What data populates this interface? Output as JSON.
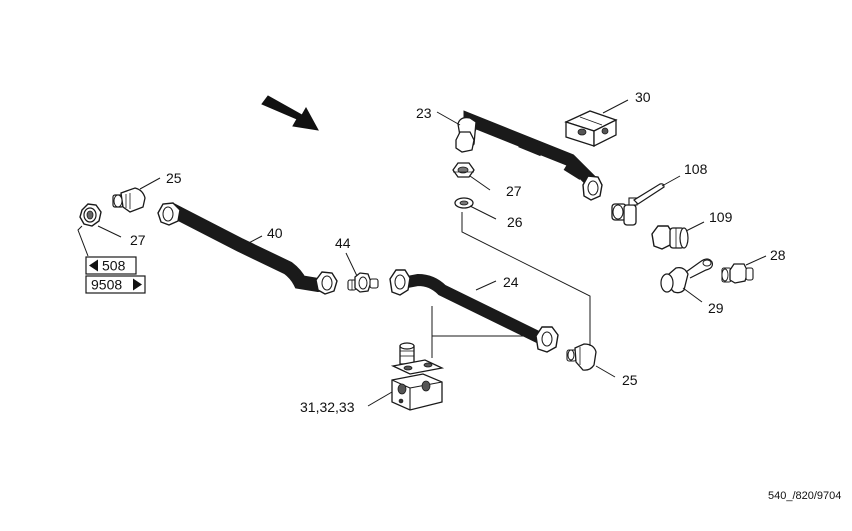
{
  "callouts": {
    "c25_left": "25",
    "c27_left": "27",
    "c40": "40",
    "c44": "44",
    "c23": "23",
    "c27_mid": "27",
    "c26": "26",
    "c30": "30",
    "c108": "108",
    "c109": "109",
    "c28": "28",
    "c29": "29",
    "c24": "24",
    "c25_right": "25",
    "c31_32_33": "31,32,33"
  },
  "serial_boxes": {
    "upto_label": "508",
    "from_label": "9508"
  },
  "drawing_ref": "540_/820/9704",
  "icons": {
    "direction_arrow": "direction-arrow-icon",
    "upto_marker": "triangle-left-icon",
    "from_marker": "triangle-right-icon"
  }
}
